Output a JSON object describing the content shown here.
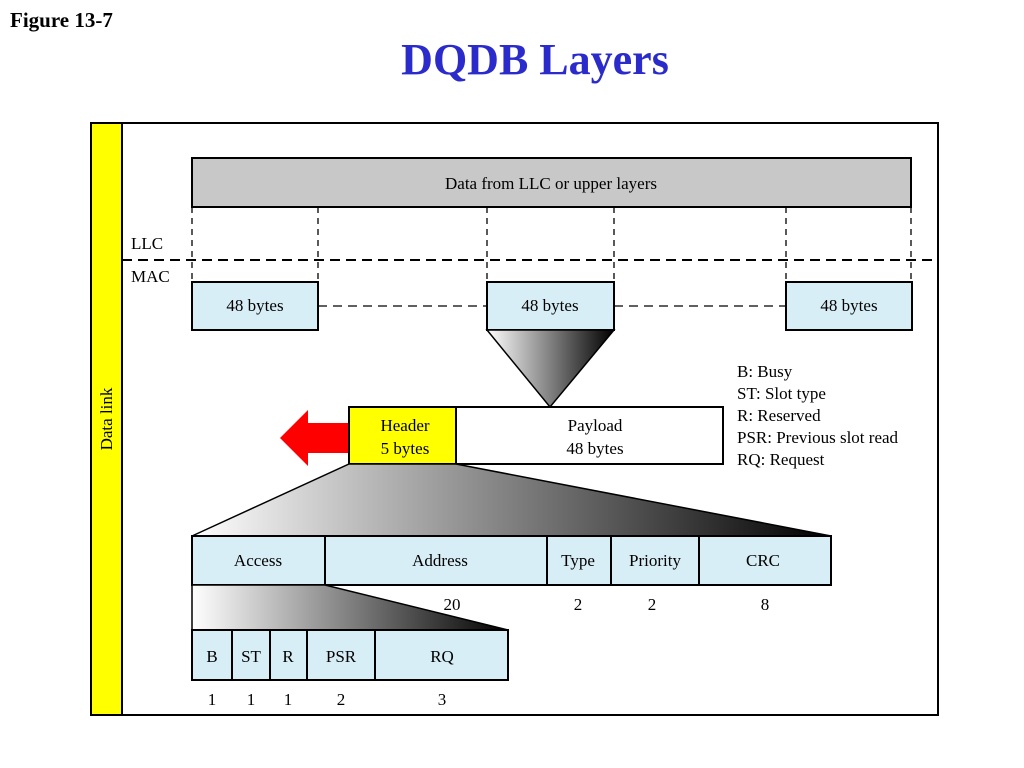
{
  "figure_label": "Figure 13-7",
  "title": "DQDB Layers",
  "side_label": "Data link",
  "top_box": "Data from LLC or upper layers",
  "layers": {
    "llc": "LLC",
    "mac": "MAC"
  },
  "segments": [
    "48 bytes",
    "48 bytes",
    "48 bytes"
  ],
  "slot": {
    "header": [
      "Header",
      "5 bytes"
    ],
    "payload": [
      "Payload",
      "48 bytes"
    ]
  },
  "legend": [
    "B: Busy",
    "ST: Slot type",
    "R: Reserved",
    "PSR: Previous slot read",
    "RQ: Request"
  ],
  "header_fields": [
    {
      "name": "Access",
      "size": ""
    },
    {
      "name": "Address",
      "size": "20"
    },
    {
      "name": "Type",
      "size": "2"
    },
    {
      "name": "Priority",
      "size": "2"
    },
    {
      "name": "CRC",
      "size": "8"
    }
  ],
  "access_fields": [
    {
      "name": "B",
      "size": "1"
    },
    {
      "name": "ST",
      "size": "1"
    },
    {
      "name": "R",
      "size": "1"
    },
    {
      "name": "PSR",
      "size": "2"
    },
    {
      "name": "RQ",
      "size": "3"
    }
  ],
  "colors": {
    "title": "#2b2bcc",
    "side_bar": "#ffff00",
    "top_box": "#c8c8c8",
    "field_box": "#d8eef6",
    "header_box": "#ffff00",
    "arrow": "#ff0000"
  }
}
